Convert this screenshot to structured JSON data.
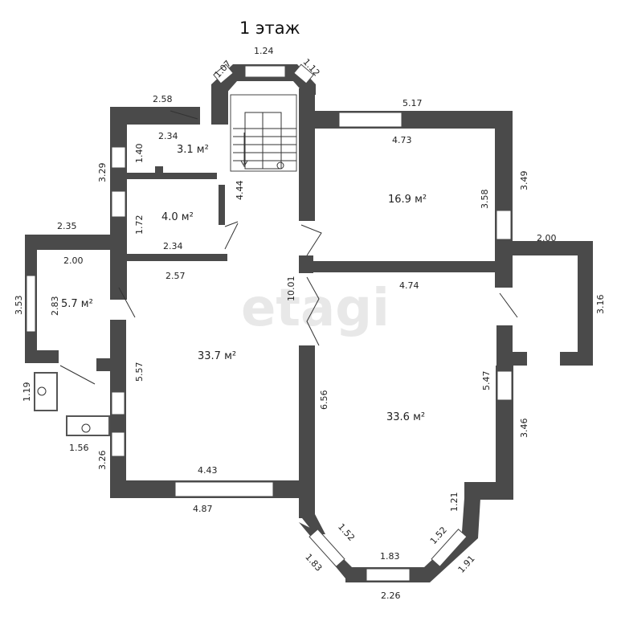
{
  "title": "1 этаж",
  "watermark": "etagi",
  "colors": {
    "wall": "#4a4a4a",
    "background": "#ffffff",
    "watermark": "#e8e8e8"
  },
  "rooms": {
    "vestibule": "3.1 м²",
    "storage": "4.0 м²",
    "porch": "5.7 м²",
    "hall": "33.7 м²",
    "bedroom": "16.9 м²",
    "living": "33.6 м²"
  },
  "dims": {
    "bay_top_center": "1.24",
    "bay_top_left": "1.07",
    "bay_top_right": "1.12",
    "vest_outer_top": "2.58",
    "vest_inner_top": "2.34",
    "vest_height": "1.40",
    "vest_outer_left": "3.29",
    "stair_length": "4.44",
    "storage_height": "1.72",
    "storage_width": "2.34",
    "hall_top": "2.57",
    "porch_outer_top": "2.35",
    "porch_inner_top": "2.00",
    "porch_outer_left": "3.53",
    "porch_inner_left": "2.83",
    "step_left": "1.19",
    "step_bottom": "1.56",
    "hall_left_lower": "3.26",
    "hall_left_upper": "5.57",
    "hall_bottom_inner": "4.43",
    "hall_bottom_outer": "4.87",
    "center_wall": "10.01",
    "bed_outer_top": "5.17",
    "bed_inner_top": "4.73",
    "bed_inner_right": "3.58",
    "bed_outer_right": "3.49",
    "annex_top": "2.00",
    "annex_right": "3.16",
    "living_top": "4.74",
    "living_right_upper": "5.47",
    "living_right_lower": "3.46",
    "living_left": "6.56",
    "bay_right_vertical": "1.21",
    "bay_inner_left": "1.52",
    "bay_inner_right": "1.52",
    "bay_inner_bottom": "1.83",
    "bay_outer_left": "1.83",
    "bay_outer_right": "1.91",
    "bay_outer_bottom": "2.26"
  }
}
